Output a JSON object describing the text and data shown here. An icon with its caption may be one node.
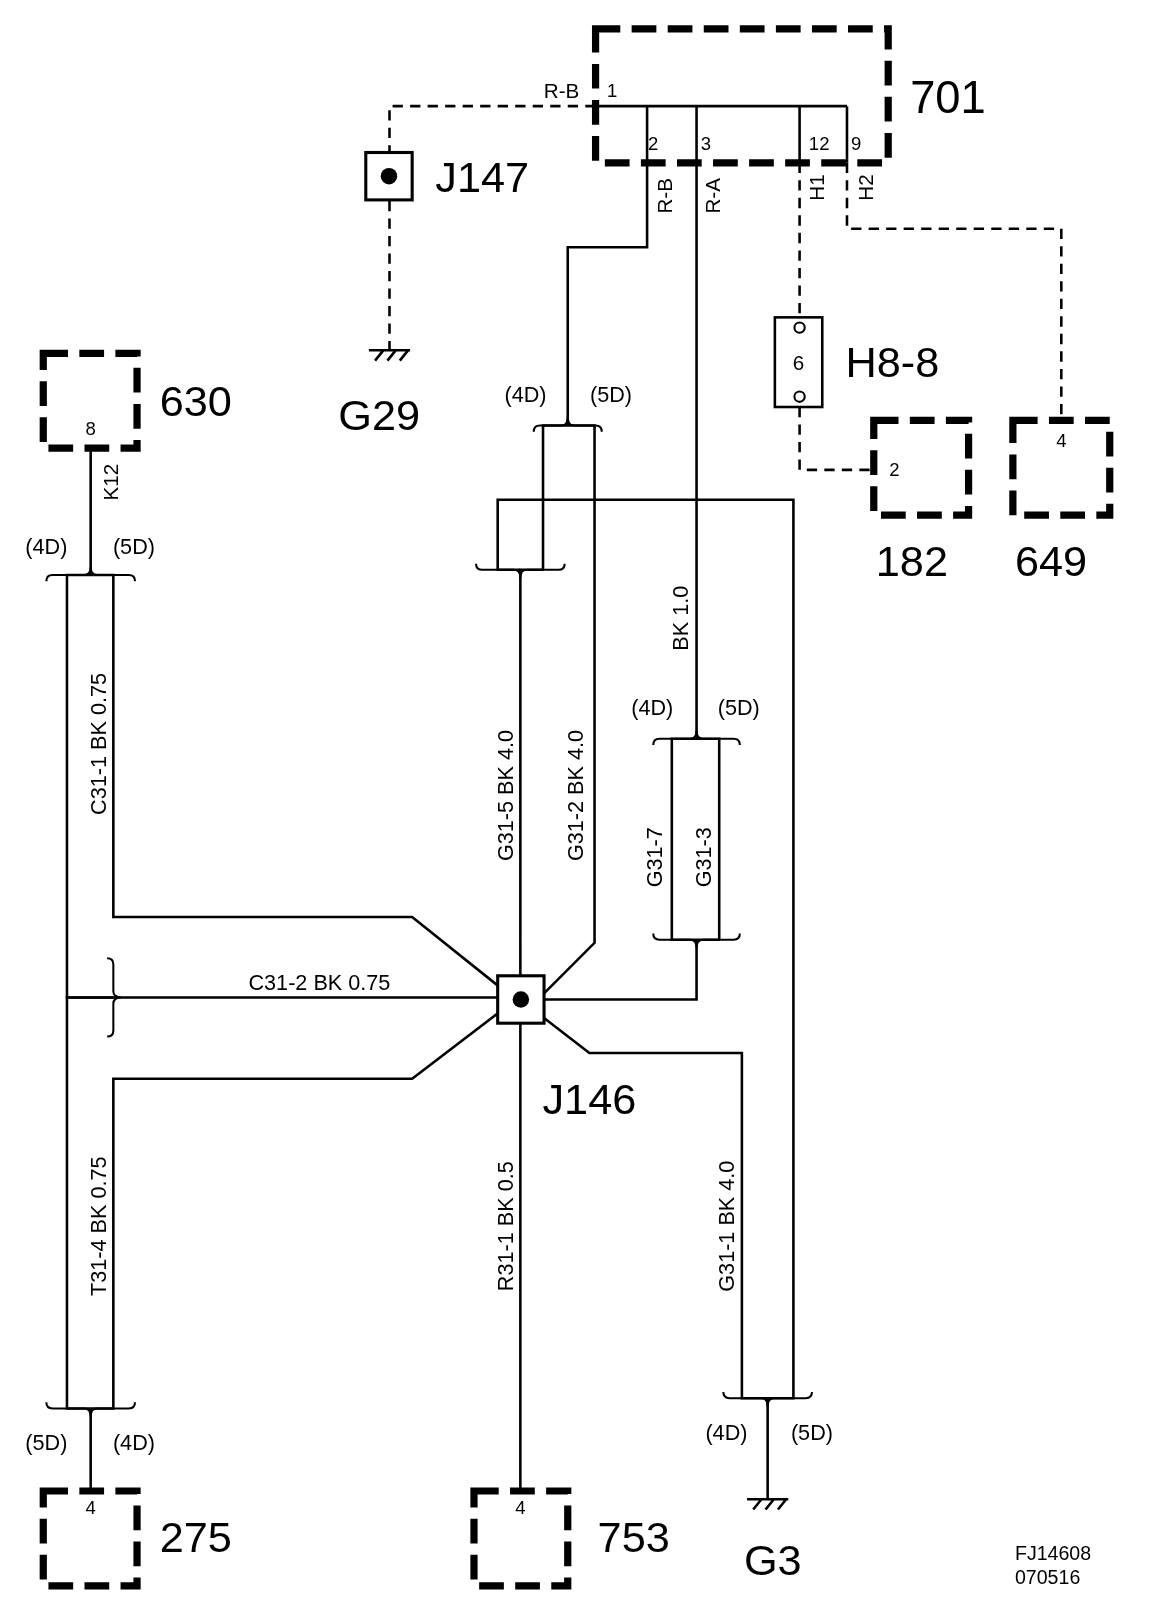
{
  "diagram": {
    "nodes": [
      {
        "text": [
          "701",
          "1",
          "2",
          "3",
          "12",
          "9"
        ]
      },
      {
        "text": [
          "J147"
        ]
      },
      {
        "text": [
          "G29"
        ]
      },
      {
        "text": [
          "630",
          "8"
        ]
      },
      {
        "text": [
          "6",
          "H8-8"
        ]
      },
      {
        "text": [
          "2",
          "182"
        ]
      },
      {
        "text": [
          "4",
          "649"
        ]
      },
      {
        "text": [
          "J146"
        ]
      },
      {
        "text": [
          "275",
          "4"
        ]
      },
      {
        "text": [
          "753",
          "4"
        ]
      },
      {
        "text": [
          "G3"
        ]
      }
    ],
    "edges": [
      {
        "from": 0,
        "to": 1,
        "arrow": "none",
        "label": "R-B",
        "style": "dashed"
      },
      {
        "from": 1,
        "to": 2,
        "arrow": "none",
        "style": "dashed"
      },
      {
        "from": 0,
        "to": 7,
        "arrow": "none",
        "label": "R-B"
      },
      {
        "from": 0,
        "to": 7,
        "arrow": "none",
        "label": "R-A"
      },
      {
        "from": 0,
        "to": 4,
        "arrow": "none",
        "label": "H1",
        "style": "dashed"
      },
      {
        "from": 4,
        "to": 5,
        "arrow": "none",
        "style": "dashed"
      },
      {
        "from": 0,
        "to": 6,
        "arrow": "none",
        "label": "H2",
        "style": "dashed"
      },
      {
        "from": 3,
        "to": 7,
        "arrow": "none",
        "label": "K12"
      },
      {
        "from": 7,
        "to": 8,
        "arrow": "none"
      },
      {
        "from": 7,
        "to": 9,
        "arrow": "none"
      },
      {
        "from": 7,
        "to": 10,
        "arrow": "none"
      }
    ],
    "labels": [
      "(4D)",
      "(5D)",
      "(4D)",
      "(5D)",
      "BK 1.0",
      "(4D)",
      "(5D)",
      "C31-1 BK 0.75",
      "G31-5 BK 4.0",
      "G31-2 BK 4.0",
      "G31-7",
      "G31-3",
      "C31-2 BK 0.75",
      "T31-4 BK 0.75",
      "R31-1 BK 0.5",
      "G31-1 BK 4.0",
      "(5D)",
      "(4D)",
      "(4D)",
      "(5D)",
      "FJ14608 070516"
    ]
  }
}
